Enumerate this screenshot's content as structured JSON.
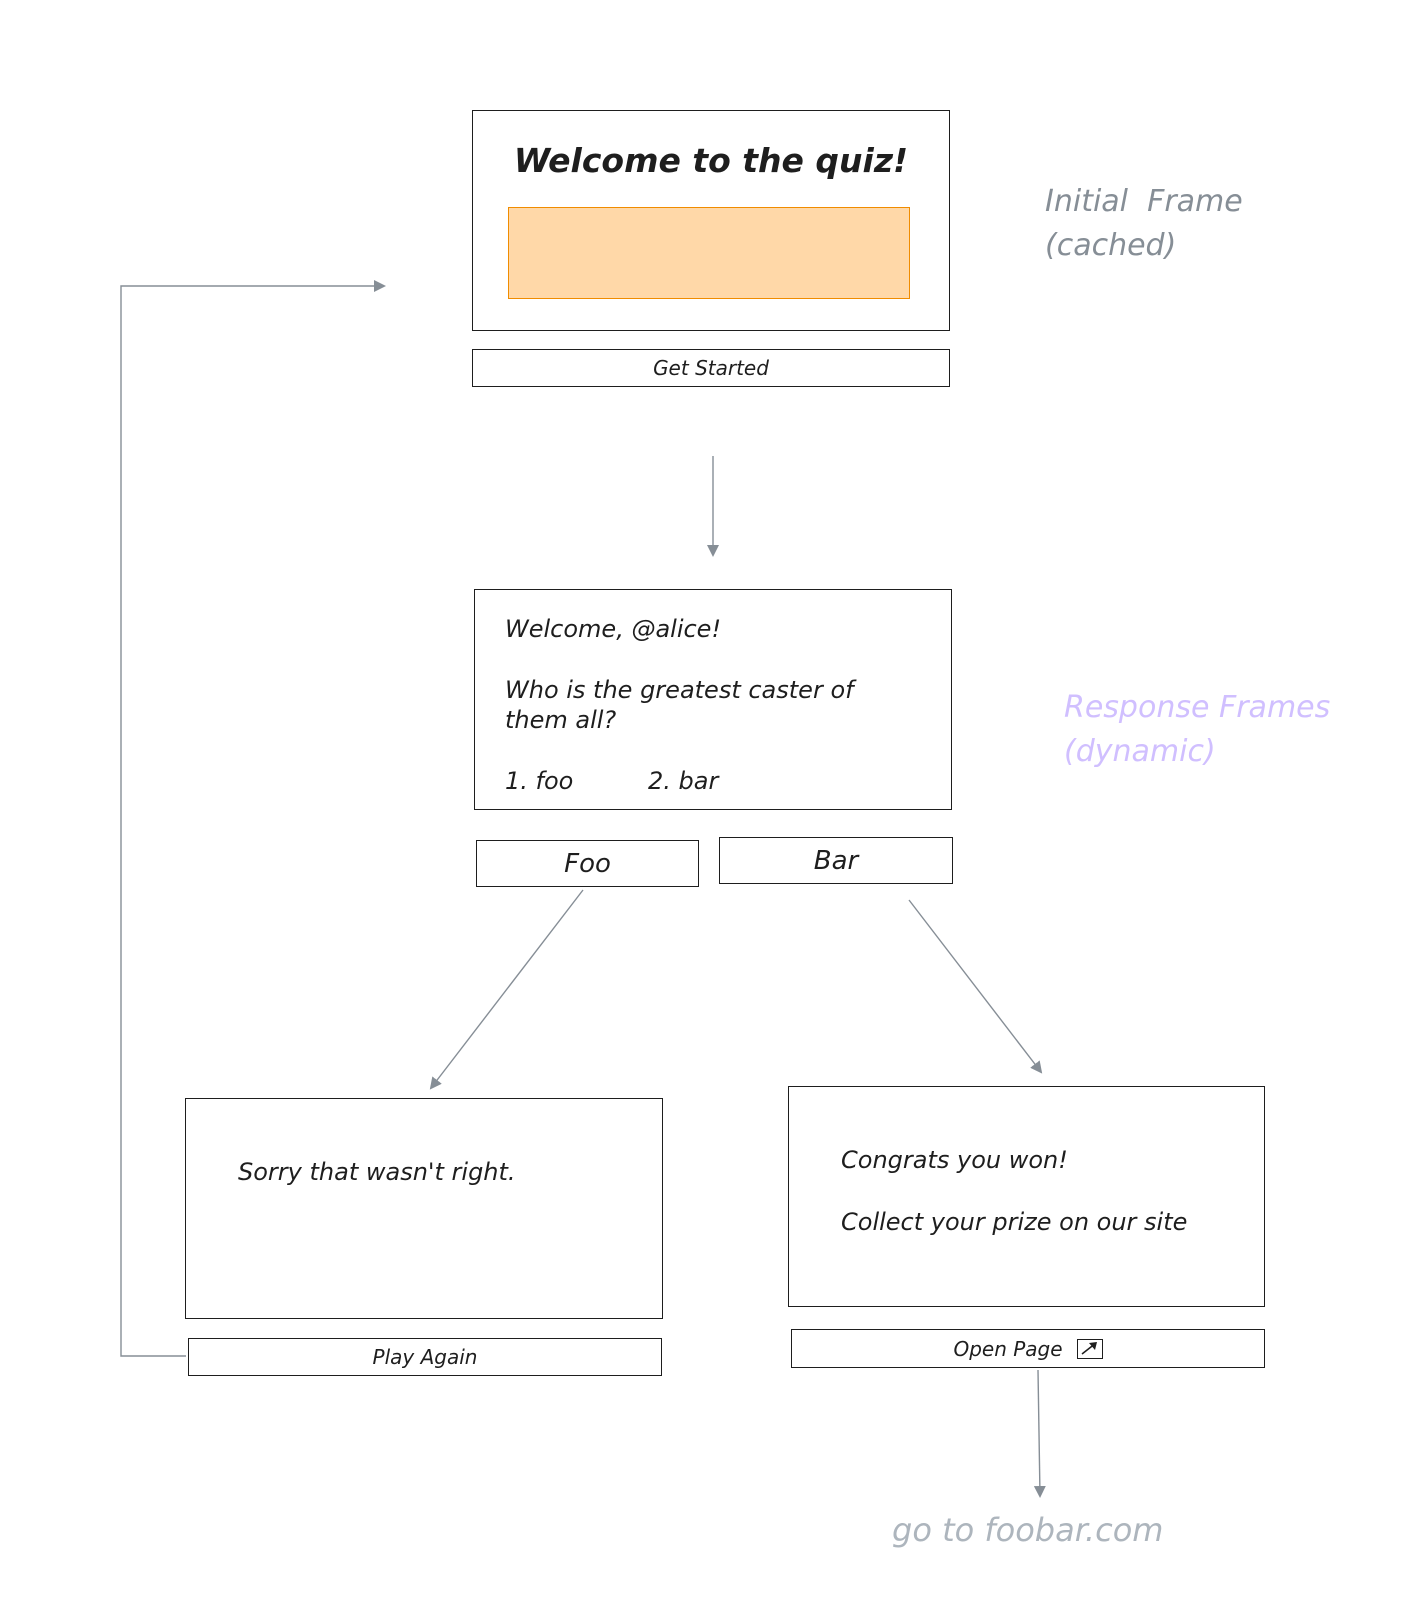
{
  "colors": {
    "stroke": "#1e1e1e",
    "connector": "#868e96",
    "placeholder_fill": "#ffd8a8",
    "placeholder_stroke": "#f08c00",
    "note_gray": "#868e96",
    "note_purple": "#d0bfff"
  },
  "initial_frame": {
    "title": "Welcome to the quiz!",
    "button_label": "Get Started"
  },
  "question_frame": {
    "greeting": "Welcome, @alice!",
    "question_line1": "Who is the greatest caster of",
    "question_line2": "them all?",
    "option1": "1. foo",
    "option2": "2. bar",
    "button_foo": "Foo",
    "button_bar": "Bar"
  },
  "wrong_frame": {
    "message": "Sorry that wasn't right.",
    "button_label": "Play Again"
  },
  "win_frame": {
    "line1": "Congrats you won!",
    "line2": "Collect your prize on our site",
    "button_label": "Open Page",
    "button_icon": "external-link-icon"
  },
  "notes": {
    "initial_line1": "Initial  Frame",
    "initial_line2": "(cached)",
    "response_line1": "Response Frames",
    "response_line2": "(dynamic)",
    "destination": "go to foobar.com"
  }
}
